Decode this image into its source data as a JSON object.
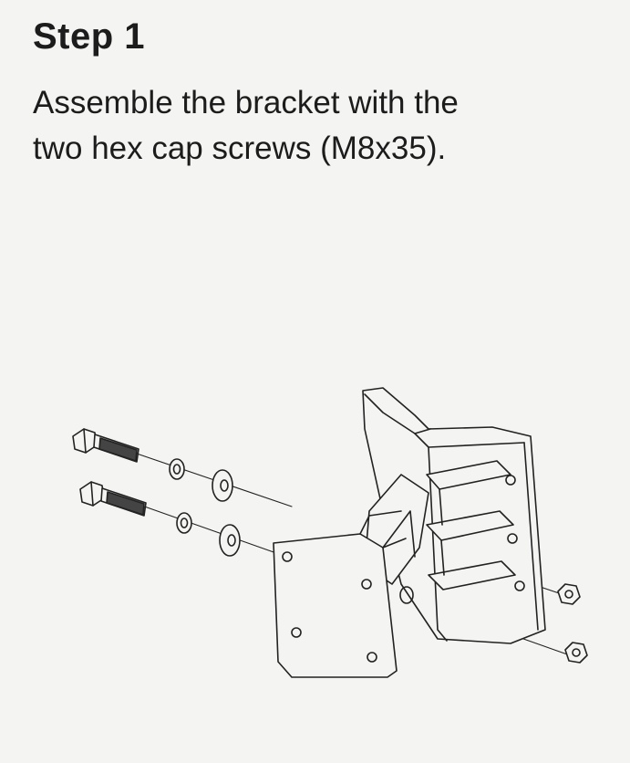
{
  "step": {
    "title": "Step 1",
    "instruction_lines": [
      "Assemble the bracket with the",
      "two hex cap screws (M8x35)."
    ]
  },
  "diagram": {
    "parts": [
      "hex-cap-screw",
      "lock-washer",
      "flat-washer",
      "bracket",
      "hex-nut"
    ],
    "screw_count": 2
  }
}
